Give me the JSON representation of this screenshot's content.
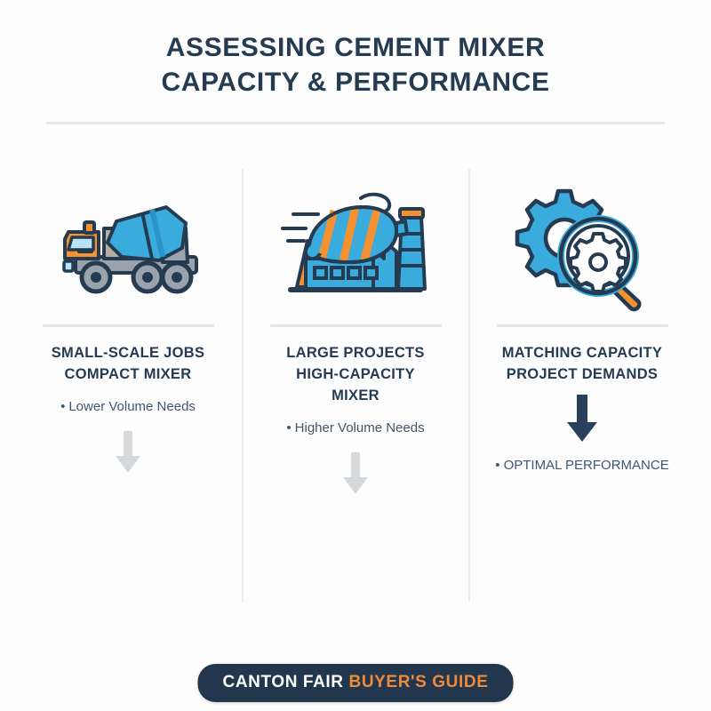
{
  "header": {
    "title_line_1": "ASSESSING CEMENT MIXER",
    "title_line_2": "CAPACITY & PERFORMANCE"
  },
  "colors": {
    "navy": "#253b52",
    "blue": "#3aabdd",
    "blue_dark": "#2a93c9",
    "orange": "#f5922f",
    "gray": "#9aa3ab",
    "arrow_gray": "#d6d9dc",
    "arrow_navy": "#2a3f5a",
    "rule": "#e3e5e7",
    "background": "#fdfdfd"
  },
  "columns": [
    {
      "icon": "cement-mixer-truck-icon",
      "heading_line_1": "SMALL-SCALE JOBS",
      "heading_line_2": "COMPACT MIXER",
      "bullet": "Lower Volume Needs",
      "arrow": "down-arrow-gray"
    },
    {
      "icon": "cement-plant-mixer-icon",
      "heading_line_1": "LARGE PROJECTS",
      "heading_line_2": "HIGH-CAPACITY",
      "heading_line_3": "MIXER",
      "bullet": "Higher Volume Needs",
      "arrow": "down-arrow-gray"
    },
    {
      "icon": "gear-magnifier-icon",
      "heading_line_1": "MATCHING CAPACITY",
      "heading_line_2": "PROJECT DEMANDS",
      "bullet": "OPTIMAL PERFORMANCE",
      "arrow": "down-arrow-navy"
    }
  ],
  "footer": {
    "brand": "CANTON FAIR",
    "brand_highlight": "BUYER'S GUIDE"
  },
  "bullet_symbol": "•"
}
